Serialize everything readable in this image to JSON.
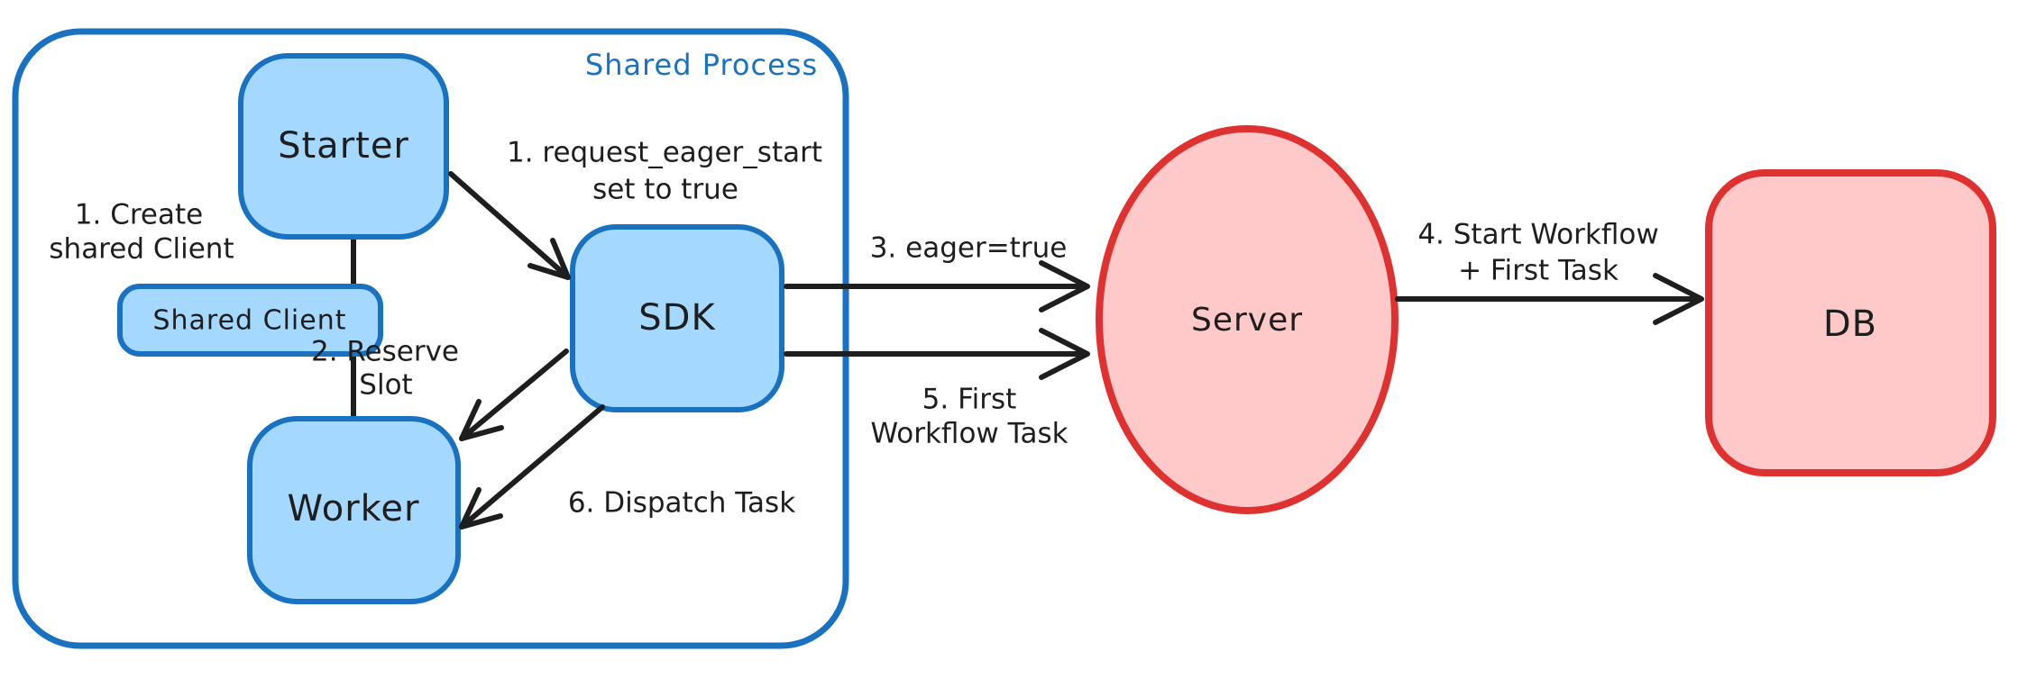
{
  "diagram": {
    "container": {
      "label": "Shared Process"
    },
    "nodes": {
      "starter": {
        "label": "Starter"
      },
      "shared_client": {
        "label": "Shared Client"
      },
      "worker": {
        "label": "Worker"
      },
      "sdk": {
        "label": "SDK"
      },
      "server": {
        "label": "Server"
      },
      "db": {
        "label": "DB"
      }
    },
    "annotations": {
      "step1_create": {
        "line1": "1. Create",
        "line2": "shared Client"
      },
      "step1_request": {
        "line1": "1. request_eager_start",
        "line2": "set to true"
      },
      "step2_reserve": {
        "line1": "2. Reserve",
        "line2": "Slot"
      },
      "step3_eager": {
        "line1": "3. eager=true"
      },
      "step4_start": {
        "line1": "4. Start Workflow",
        "line2": "+ First Task"
      },
      "step5_first": {
        "line1": "5. First",
        "line2": "Workflow Task"
      },
      "step6_dispatch": {
        "line1": "6. Dispatch Task"
      }
    },
    "colors": {
      "blue_stroke": "#1971c2",
      "blue_fill": "#a5d8ff",
      "red_stroke": "#e03131",
      "red_fill": "#ffc9c9",
      "ink": "#1e1e1e",
      "background": "#ffffff"
    }
  }
}
